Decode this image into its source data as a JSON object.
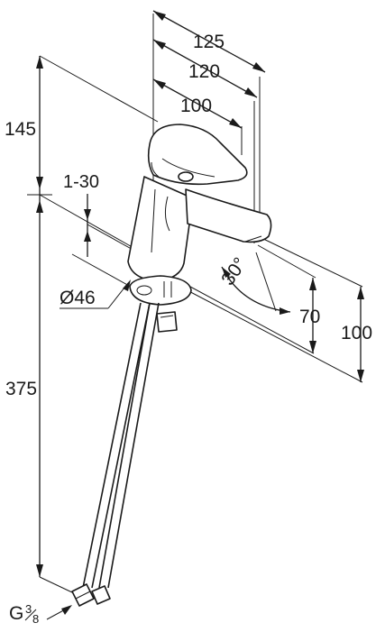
{
  "dimensions": {
    "width_125": "125",
    "width_120": "120",
    "width_100": "100",
    "height_145": "145",
    "tilt_range": "1-30",
    "diameter": "Ø46",
    "length_375": "375",
    "angle": "30°",
    "spout_70": "70",
    "spout_100": "100",
    "thread": "G",
    "thread_fraction_num": "3",
    "thread_fraction_den": "8"
  },
  "colors": {
    "ink": "#1a1a1a",
    "background": "#ffffff"
  }
}
